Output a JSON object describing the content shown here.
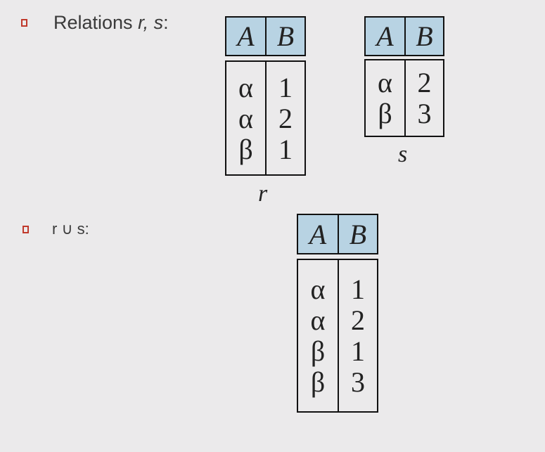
{
  "bullets": {
    "first": {
      "prefix": "Relations ",
      "italic": "r, s",
      "suffix": ":"
    },
    "second": {
      "text": "r ∪ s:"
    }
  },
  "relations": {
    "r": {
      "caption": "r",
      "headers": [
        "A",
        "B"
      ],
      "rows": [
        [
          "α",
          "1"
        ],
        [
          "α",
          "2"
        ],
        [
          "β",
          "1"
        ]
      ]
    },
    "s": {
      "caption": "s",
      "headers": [
        "A",
        "B"
      ],
      "rows": [
        [
          "α",
          "2"
        ],
        [
          "β",
          "3"
        ]
      ]
    },
    "union": {
      "caption": "",
      "headers": [
        "A",
        "B"
      ],
      "rows": [
        [
          "α",
          "1"
        ],
        [
          "α",
          "2"
        ],
        [
          "β",
          "1"
        ],
        [
          "β",
          "3"
        ]
      ]
    }
  },
  "colors": {
    "background": "#ebeaeb",
    "header_fill": "#b8d3e3",
    "bullet_marker": "#c0392b",
    "text": "#3a3a3a"
  }
}
